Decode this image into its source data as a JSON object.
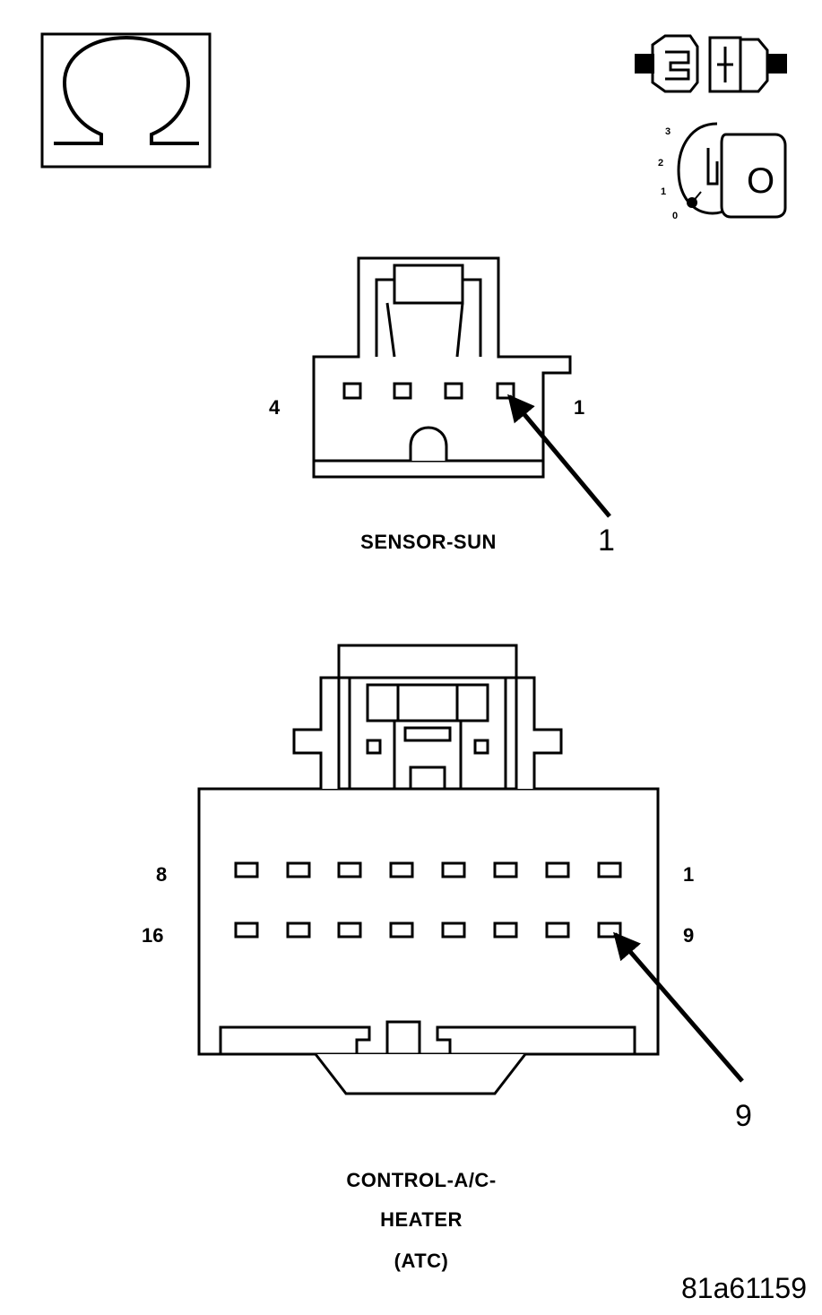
{
  "icons": {
    "ohmmeter": "ohm-symbol-icon",
    "connector": "disconnected-connector-icon",
    "ignition": "ignition-key-off-icon",
    "ignition_positions": [
      "3",
      "2",
      "1",
      "0"
    ],
    "ignition_key_label": "O"
  },
  "sensor_sun": {
    "name": "SENSOR-SUN",
    "left_pin_label": "4",
    "right_pin_label": "1",
    "callout": "1"
  },
  "control_ac_heater": {
    "name_lines": [
      "CONTROL-A/C-",
      "HEATER",
      "(ATC)"
    ],
    "row1_left": "8",
    "row1_right": "1",
    "row2_left": "16",
    "row2_right": "9",
    "callout": "9"
  },
  "figure_code": "81a61159"
}
